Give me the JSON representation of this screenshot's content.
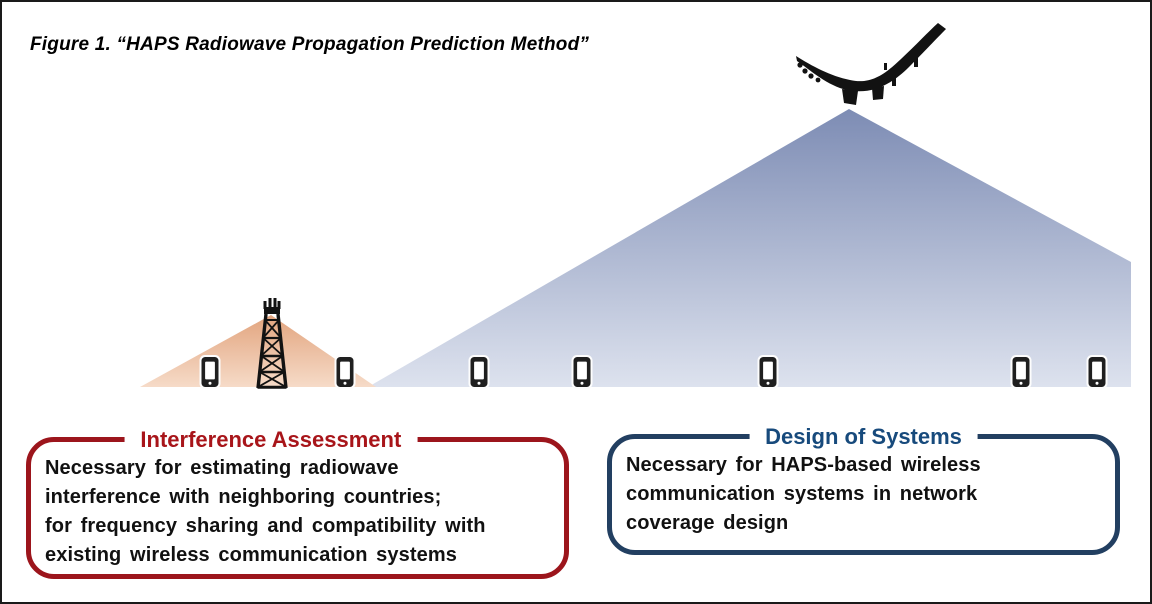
{
  "figure": {
    "caption": "Figure 1. “HAPS Radiowave Propagation Prediction Method”"
  },
  "scene": {
    "icons": {
      "aircraft": "haps-solar-drone-silhouette",
      "tower": "ground-radio-tower",
      "phone": "mobile-phone",
      "haps_cone": "haps-coverage-cone",
      "tower_cone": "tower-coverage-cone"
    },
    "phone_count": 7
  },
  "colors": {
    "red-border": "#9c151c",
    "red-title": "#a8151a",
    "navy-border": "#223f61",
    "navy-title": "#174a7c",
    "blue-cone-top": "#7d8cb4",
    "blue-cone-bottom": "#dde2ee",
    "orange-cone-top": "#e2a47e",
    "orange-cone-bottom": "#f6dbc8",
    "silhouette": "#121212"
  },
  "interference_box": {
    "title": "Interference Assessment",
    "body_lines": [
      "Necessary for estimating radiowave",
      "interference with neighboring countries;",
      "for frequency sharing and compatibility with",
      "existing wireless communication systems"
    ]
  },
  "design_box": {
    "title": "Design of Systems",
    "body_lines": [
      "Necessary for HAPS-based wireless",
      "communication systems in network",
      "coverage design"
    ]
  }
}
